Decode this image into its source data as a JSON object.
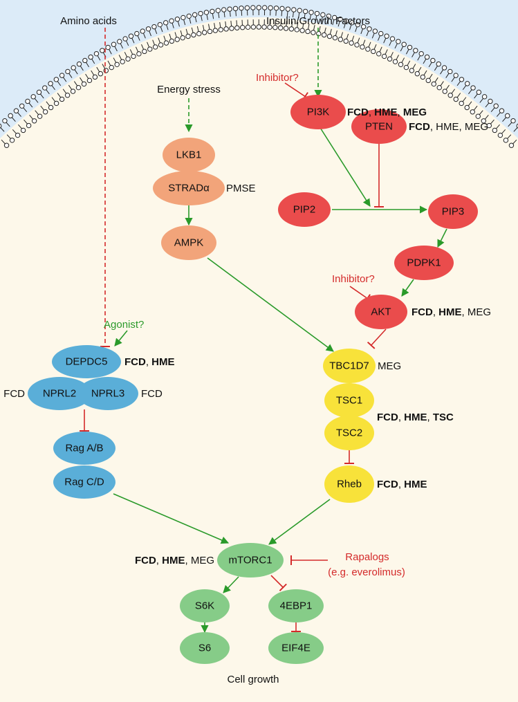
{
  "colors": {
    "extracellular": "#dcebf8",
    "cytoplasm": "#fdf8ea",
    "orange_node": "#f2a47a",
    "red_node": "#ea4c4c",
    "blue_node": "#5aaed8",
    "yellow_node": "#f8e23a",
    "green_node": "#86cc88",
    "activation": "#2a9a2a",
    "inhibition": "#d42a2a"
  },
  "inputs": {
    "amino_acids": "Amino acids",
    "insulin": "Insulin/Growth Factors",
    "energy_stress": "Energy stress"
  },
  "nodes": {
    "lkb1": "LKB1",
    "strada": "STRADα",
    "ampk": "AMPK",
    "pi3k": "PI3K",
    "pten": "PTEN",
    "pip2": "PIP2",
    "pip3": "PIP3",
    "pdpk1": "PDPK1",
    "akt": "AKT",
    "depdc5": "DEPDC5",
    "nprl2": "NPRL2",
    "nprl3": "NPRL3",
    "raga": "Rag A/B",
    "ragc": "Rag C/D",
    "tbc1d7": "TBC1D7",
    "tsc1": "TSC1",
    "tsc2": "TSC2",
    "rheb": "Rheb",
    "mtorc1": "mTORC1",
    "s6k": "S6K",
    "s6": "S6",
    "ebp1": "4EBP1",
    "eif4e": "EIF4E"
  },
  "annotations": {
    "inhibitor_pi3k": "Inhibitor?",
    "inhibitor_akt": "Inhibitor?",
    "agonist": "Agonist?",
    "rapalogs_1": "Rapalogs",
    "rapalogs_2": "(e.g. everolimus)",
    "cell_growth": "Cell growth",
    "pmse": "PMSE"
  },
  "disease": {
    "fcd": "FCD",
    "hme": "HME",
    "meg": "MEG",
    "tsc": "TSC",
    "sep": ", "
  }
}
